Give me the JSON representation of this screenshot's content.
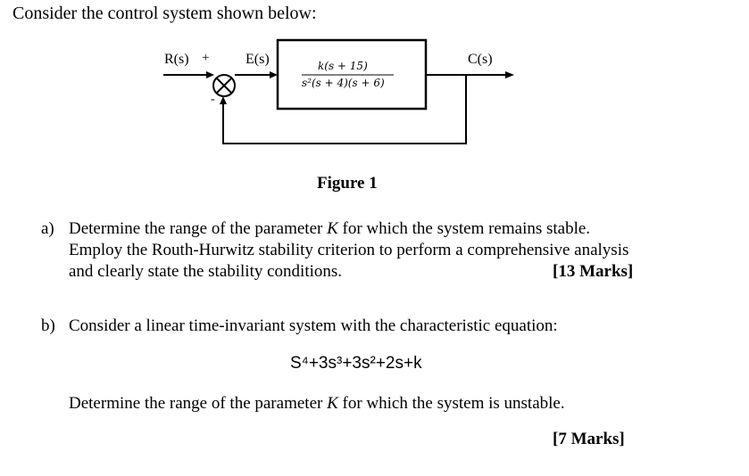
{
  "intro": "Consider the control system shown below:",
  "diagram": {
    "input_label": "R(s)",
    "plus_sign": "+",
    "minus_sign": "-",
    "error_label": "E(s)",
    "output_label": "C(s)",
    "tf_numerator": "k(s + 15)",
    "tf_denominator": "s²(s + 4)(s + 6)"
  },
  "figure_caption": "Figure 1",
  "question_a": {
    "label": "a)",
    "line1_pre": "Determine the range of the parameter ",
    "line1_var": "K",
    "line1_post": " for which the system remains stable.",
    "line2": "Employ the Routh-Hurwitz stability criterion to perform a comprehensive analysis",
    "line3": "and clearly state the stability conditions.",
    "marks": "[13 Marks]"
  },
  "question_b": {
    "label": "b)",
    "line1": "Consider a linear time-invariant system with the characteristic equation:",
    "equation": "S⁴+3s³+3s²+2s+k",
    "line2_pre": "Determine the range of the parameter ",
    "line2_var": "K",
    "line2_post": " for which the system is unstable.",
    "marks": "[7 Marks]"
  }
}
